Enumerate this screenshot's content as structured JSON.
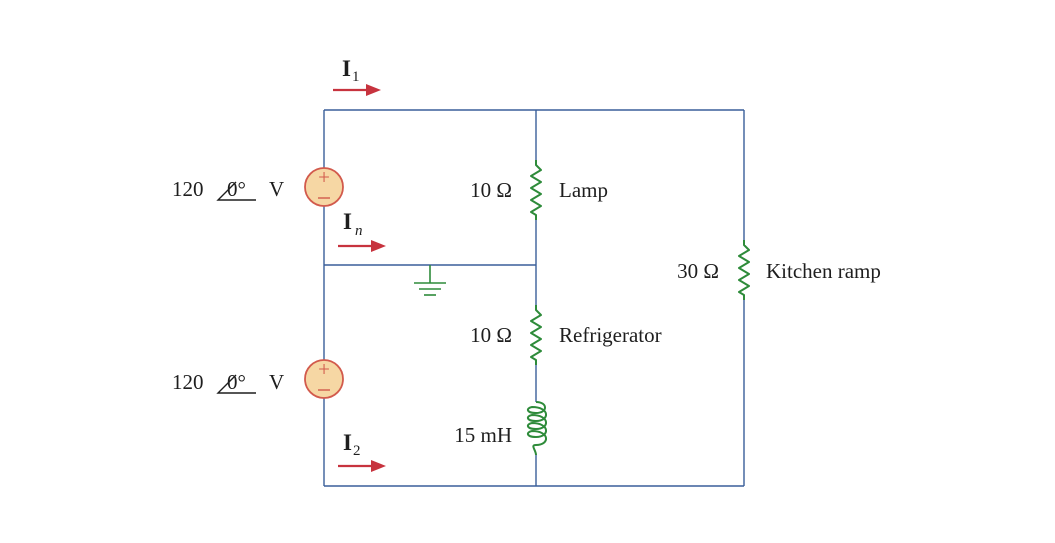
{
  "sources": [
    {
      "magnitude": "120",
      "angle": "0°",
      "unit": "V"
    },
    {
      "magnitude": "120",
      "angle": "0°",
      "unit": "V"
    }
  ],
  "source_signs": {
    "plus": "+",
    "minus": "−"
  },
  "currents": {
    "i1": {
      "symbol": "I",
      "subscript": "1"
    },
    "in": {
      "symbol": "I",
      "subscript": "n"
    },
    "i2": {
      "symbol": "I",
      "subscript": "2"
    }
  },
  "components": {
    "lamp": {
      "value": "10 Ω",
      "label": "Lamp"
    },
    "refrigerator": {
      "value": "10 Ω",
      "label": "Refrigerator"
    },
    "inductor": {
      "value": "15 mH"
    },
    "kitchen": {
      "value": "30 Ω",
      "label": "Kitchen ramp"
    }
  },
  "colors": {
    "wire": "#3a5f9a",
    "element": "#2e8b3a",
    "arrow": "#c7333e",
    "source_fill": "#f6d7a4"
  }
}
